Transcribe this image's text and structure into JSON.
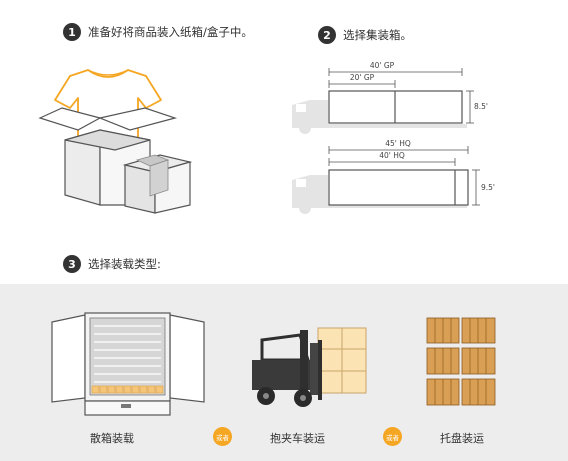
{
  "steps": [
    {
      "number": "1",
      "text": "准备好将商品装入纸箱/盒子中。"
    },
    {
      "number": "2",
      "text": "选择集装箱。"
    },
    {
      "number": "3",
      "text": "选择装载类型:"
    }
  ],
  "containers": {
    "gp": {
      "outer_length": "40' GP",
      "inner_length": "20' GP",
      "height": "8.5'"
    },
    "hq": {
      "outer_length": "45' HQ",
      "inner_length": "40' HQ",
      "height": "9.5'"
    }
  },
  "loading_methods": [
    {
      "label": "散箱装载"
    },
    {
      "label": "抱夹车装运"
    },
    {
      "label": "托盘装运"
    }
  ],
  "separator_label": "或者",
  "colors": {
    "accent": "#f5a623",
    "dark": "#333333",
    "band": "#ededed",
    "line": "#555555",
    "pallet": "#d9a055"
  },
  "icons": [
    "t-shirt-icon",
    "open-box-icon",
    "closed-box-icon",
    "truck-icon",
    "container-truck-icon",
    "forklift-icon",
    "pallet-icon"
  ]
}
